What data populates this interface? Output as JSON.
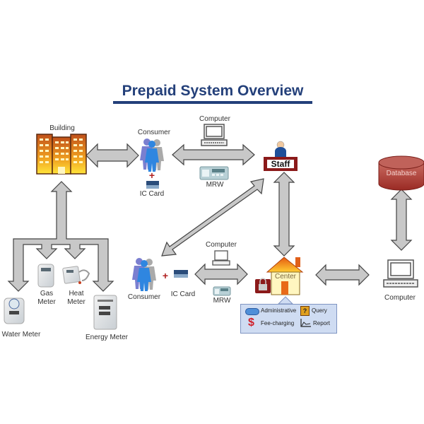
{
  "title": "Prepaid System Overview",
  "nodes": {
    "building": "Building",
    "consumer_top": "Consumer",
    "ic_card_top": "IC Card",
    "computer_top": "Computer",
    "mrw_top": "MRW",
    "staff": "Staff",
    "database": "Database",
    "computer_right": "Computer",
    "center": "Center",
    "consumer_bottom": "Consumer",
    "ic_card_bottom": "IC Card",
    "computer_bottom": "Computer",
    "mrw_bottom": "MRW",
    "gas_meter": "Gas\nMeter",
    "heat_meter": "Heat\nMeter",
    "water_meter": "Water Meter",
    "energy_meter": "Energy Meter"
  },
  "gas_meter_lines": [
    "Gas",
    "Meter"
  ],
  "heat_meter_lines": [
    "Heat",
    "Meter"
  ],
  "center_functions": [
    {
      "label": "Administrative",
      "icon": "admin-icon"
    },
    {
      "label": "Query",
      "icon": "question-icon"
    },
    {
      "label": "Fee-charging",
      "icon": "dollar-icon"
    },
    {
      "label": "Report",
      "icon": "chart-icon"
    }
  ],
  "plus_symbol": "+",
  "colors": {
    "title": "#24407a",
    "arrow_fill": "#c8c8c8",
    "arrow_stroke": "#444444",
    "staff_red": "#8b1a1a",
    "database_red": "#b0413a",
    "legend_bg": "#cfdcf2"
  },
  "connections": [
    {
      "from": "Building",
      "to": "Consumer",
      "type": "bidirectional"
    },
    {
      "from": "Consumer",
      "to": "Staff",
      "type": "bidirectional"
    },
    {
      "from": "Staff",
      "to": "Consumer (bottom)",
      "type": "bidirectional"
    },
    {
      "from": "Staff",
      "to": "Center",
      "type": "bidirectional"
    },
    {
      "from": "Consumer (bottom)",
      "to": "Center",
      "type": "bidirectional"
    },
    {
      "from": "Center",
      "to": "Computer",
      "type": "bidirectional"
    },
    {
      "from": "Database",
      "to": "Computer",
      "type": "bidirectional"
    },
    {
      "from": "Building",
      "to": "Meters",
      "type": "branch"
    }
  ]
}
